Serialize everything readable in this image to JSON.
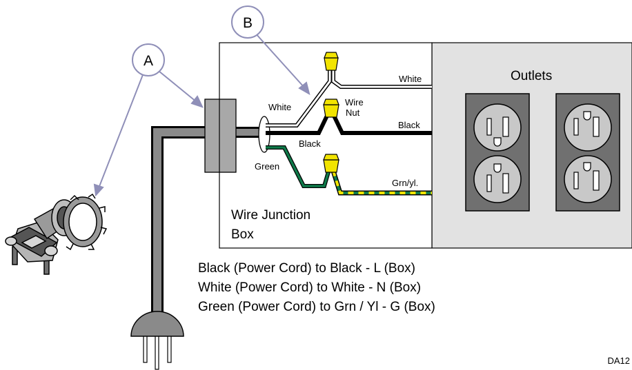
{
  "callouts": {
    "a": "A",
    "b": "B"
  },
  "box": {
    "title_line1": "Wire Junction",
    "title_line2": "Box"
  },
  "outlets": {
    "title": "Outlets"
  },
  "wires": {
    "white_in": "White",
    "white_out": "White",
    "black_in": "Black",
    "black_out": "Black",
    "green_in": "Green",
    "grnyl_out": "Grn/yl.",
    "wire_nut_line1": "Wire",
    "wire_nut_line2": "Nut"
  },
  "instructions": [
    "Black (Power Cord) to Black - L (Box)",
    "White (Power Cord) to White - N (Box)",
    "Green (Power Cord) to Grn / Yl - G (Box)"
  ],
  "figure_id": "DA12",
  "colors": {
    "wire_green": "#0f7a4a",
    "wire_yellow": "#f2e400",
    "wire_nut": "#f2e400",
    "outlet_panel": "#e2e2e2",
    "outlet_plate": "#707070",
    "outlet_face": "#c8c8c8",
    "callout_line": "#8f8fb8"
  }
}
